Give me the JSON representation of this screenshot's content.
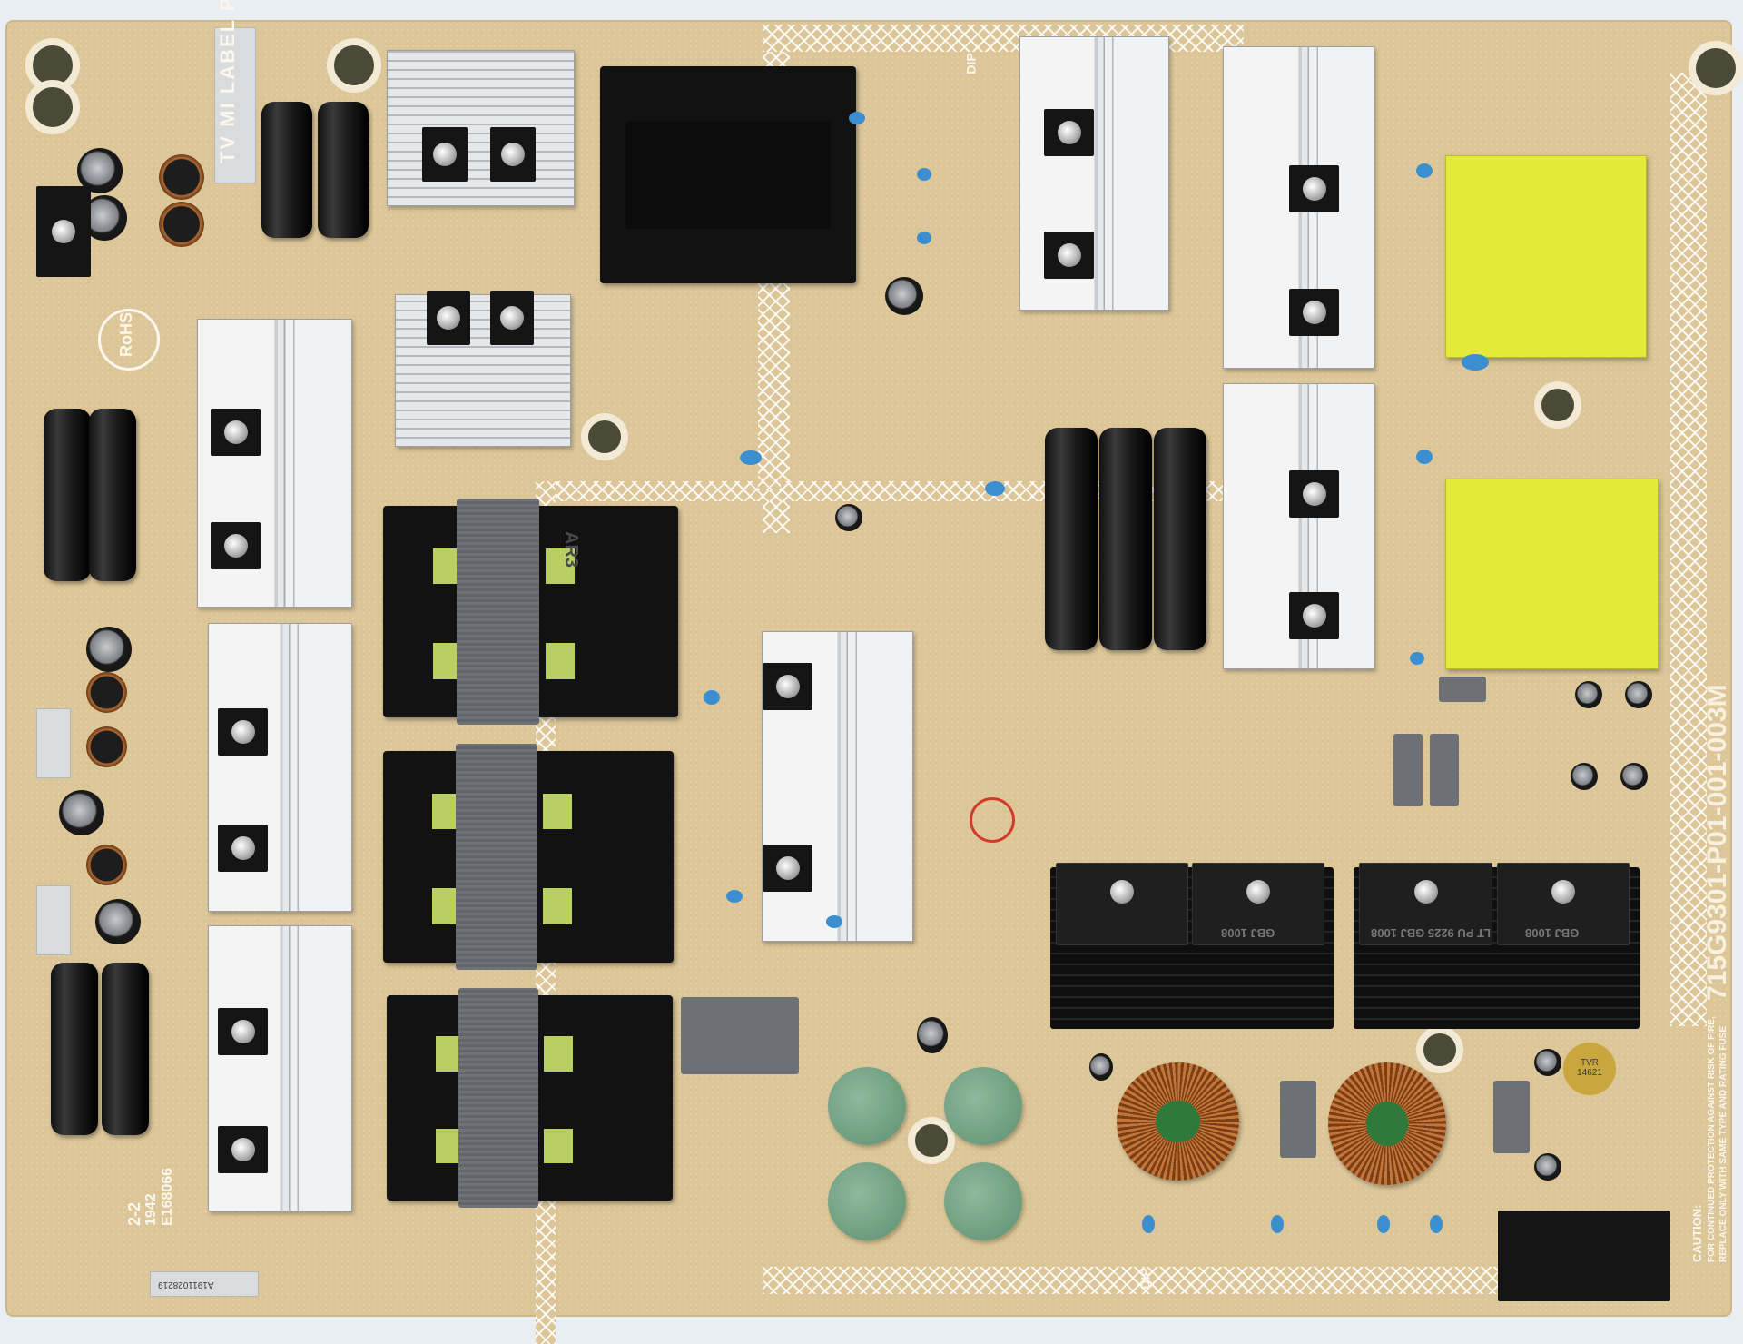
{
  "board": {
    "part_number": "715G9301-P01-001-003M",
    "label_position": "TV MI LABEL POSITION",
    "rohs": "RoHS",
    "caution_title": "CAUTION:",
    "caution_line1": "FOR CONTINUED PROTECTION AGAINST RISK OF FIRE,",
    "caution_line2": "REPLACE ONLY WITH SAME TYPE AND RATING FUSE",
    "dip_marks": [
      "DIP",
      "DIP"
    ],
    "ul_mark": "E168066",
    "rev": "2-2",
    "date_code": "1942",
    "serial_label": "A1911028219"
  },
  "components": {
    "bridge_labels": [
      "GBJ 1008",
      "LT PU 9225 GBJ 1008",
      "GBJ 1008"
    ],
    "varistor": "TVR 14621",
    "transformer_tag": "AR3"
  },
  "colors": {
    "pcb": "#dcc698",
    "silkscreen": "#fbf7ee",
    "transformer_tape": "#e3ea3a",
    "stamp": "#d23a2a"
  }
}
